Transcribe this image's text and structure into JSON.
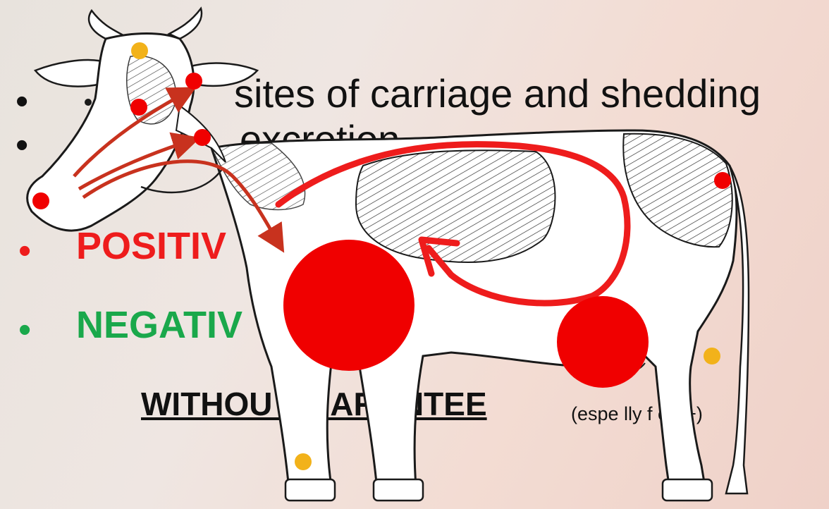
{
  "slide": {
    "bullet_symbol": "•",
    "bullet_1_text": "sites of carriage and shedding",
    "bullet_2_text": "excretion",
    "positive_label": "POSITIV",
    "negative_label": "NEGATIV",
    "guarantee_text": "WITHOU  GUARANTEE",
    "guarantee_note": "(espe    lly  f  ero+)"
  },
  "colors": {
    "positive": "#ee1c1c",
    "negative": "#1aa84b",
    "marker_red": "#f00000",
    "marker_yellow": "#f2b21a",
    "arrow_dark_red": "#c8321e"
  }
}
